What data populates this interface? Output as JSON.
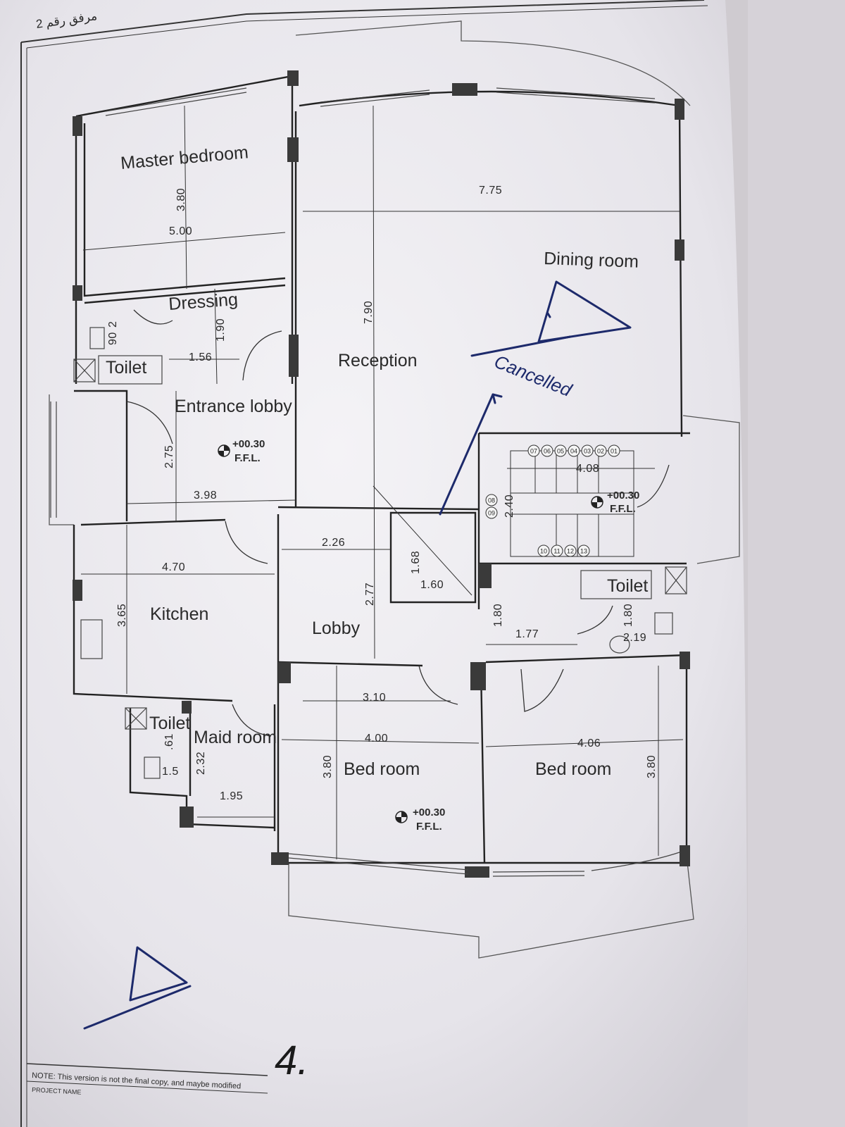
{
  "header": {
    "attachment_label": "مرفق رقم 2"
  },
  "rooms": {
    "master_bedroom": "Master bedroom",
    "dressing": "Dressing",
    "toilet_top": "Toilet",
    "entrance_lobby": "Entrance lobby",
    "reception": "Reception",
    "dining_room": "Dining room",
    "kitchen": "Kitchen",
    "lobby": "Lobby",
    "maid_room": "Maid room",
    "maid_toilet": "Toilet",
    "toilet_right": "Toilet",
    "bedroom_left": "Bed room",
    "bedroom_right": "Bed room"
  },
  "dimensions": {
    "master_h": "3.80",
    "master_w": "5.00",
    "dressing_h": "1.90",
    "dressing_w": "1.56",
    "entrance_h": "2.75",
    "entrance_w": "3.98",
    "reception_w": "7.75",
    "reception_h": "7.90",
    "kitchen_w": "4.70",
    "kitchen_h": "3.65",
    "lobby_w": "2.26",
    "lobby_h": "2.77",
    "elevator_h": "1.68",
    "elevator_w": "1.60",
    "stair_w": "4.08",
    "stair_h": "2.40",
    "corridor_h": "1.80",
    "corridor_w": "1.77",
    "toilet_r_h": "1.80",
    "toilet_r_w": "2.19",
    "maid_h": "2.32",
    "maid_w": "1.95",
    "maid_toilet_a": ".61",
    "maid_toilet_b": "1.5",
    "bed_l_door": "3.10",
    "bed_l_w": "4.00",
    "bed_l_h": "3.80",
    "bed_r_w": "4.06",
    "bed_r_h": "3.80",
    "toilet_top_a": "2",
    "toilet_top_b": "90"
  },
  "levels": {
    "level_value": "+00.30",
    "level_label": "F.F.L."
  },
  "stairs": {
    "steps_top": [
      "07",
      "06",
      "05",
      "04",
      "03",
      "02",
      "01"
    ],
    "steps_side": [
      "08",
      "09"
    ],
    "steps_bottom": [
      "10",
      "11",
      "12",
      "13"
    ]
  },
  "annotations": {
    "cancelled": "Cancelled",
    "page_number": "4."
  },
  "footer": {
    "note": "NOTE: This version is not the final copy, and maybe modified",
    "project_name": "PROJECT NAME"
  }
}
